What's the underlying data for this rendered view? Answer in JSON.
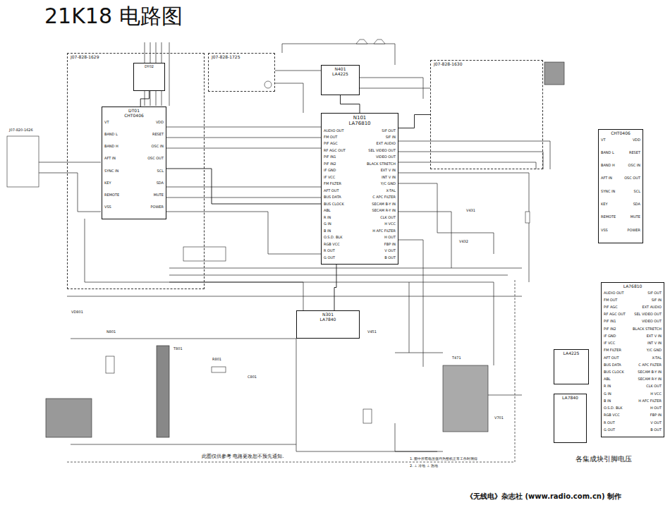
{
  "diagram": {
    "title": "21K18 电路图",
    "caption": "《无线电》杂志社 (www.radio.com.cn) 制作",
    "nodes": [
      {
        "text": [
          "J07-828-1629"
        ]
      },
      {
        "text": [
          "J07-828-1725"
        ]
      },
      {
        "text": [
          "J07-828-1630"
        ]
      },
      {
        "text": [
          "DT01",
          "CHT0406",
          "VT",
          "BAND L",
          "BAND H",
          "AFT IN",
          "SYNC IN",
          "KEY",
          "REMOTE",
          "VSS",
          "VDD",
          "RESET",
          "OSC IN",
          "OSC OUT",
          "SCL",
          "SDA",
          "MUTE",
          "POWER"
        ],
        "in": 0
      },
      {
        "text": [
          "DY02"
        ],
        "in": 0
      },
      {
        "text": [
          "N401",
          "LA4225"
        ]
      },
      {
        "text": [
          "N101",
          "LA76810",
          "AUDIO OUT",
          "FM OUT",
          "PIF AGC",
          "RF AGC OUT",
          "PIF IN1",
          "PIF IN2",
          "IF GND",
          "IF VCC",
          "FM FILTER",
          "AFT OUT",
          "BUS DATA",
          "BUS CLOCK",
          "ABL",
          "R IN",
          "G IN",
          "B IN",
          "O.S.D. BLK",
          "RGB VCC",
          "R OUT",
          "G OUT",
          "SIF OUT",
          "SIF IN",
          "EXT AUDIO",
          "SEL VIDEO OUT",
          "VIDEO OUT",
          "BLACK STRETCH",
          "EXT V IN",
          "INT V IN",
          "Y/C GND",
          "X-TAL",
          "C APC FILTER",
          "SECAM B-Y IN",
          "SECAM R-Y IN",
          "CLK OUT",
          "H VCC",
          "H AFC FILTER",
          "H OUT",
          "FBP IN",
          "V OUT",
          "B OUT"
        ]
      },
      {
        "text": [
          "N301",
          "LA7840"
        ]
      },
      {
        "text": [
          "CHT0406",
          "VT",
          "BAND L",
          "BAND H",
          "AFT IN",
          "SYNC IN",
          "KEY",
          "REMOTE",
          "VSS",
          "VDD",
          "RESET",
          "OSC IN",
          "OSC OUT",
          "SCL",
          "SDA",
          "MUTE",
          "POWER"
        ]
      },
      {
        "text": [
          "LA76810",
          "AUDIO OUT",
          "FM OUT",
          "PIF AGC",
          "RF AGC OUT",
          "PIF IN1",
          "PIF IN2",
          "IF GND",
          "IF VCC",
          "FM FILTER",
          "AFT OUT",
          "BUS DATA",
          "BUS CLOCK",
          "ABL",
          "R IN",
          "G IN",
          "B IN",
          "O.S.D. BLK",
          "RGB VCC",
          "R OUT",
          "G OUT",
          "SIF OUT",
          "SIF IN",
          "EXT AUDIO",
          "SEL VIDEO OUT",
          "VIDEO OUT",
          "BLACK STRETCH",
          "EXT V IN",
          "INT V IN",
          "Y/C GND",
          "X-TAL",
          "C APC FILTER",
          "SECAM B-Y IN",
          "SECAM R-Y IN",
          "CLK OUT",
          "H VCC",
          "H AFC FILTER",
          "H OUT",
          "FBP IN",
          "V OUT",
          "B OUT"
        ]
      },
      {
        "text": [
          "LA4225"
        ]
      },
      {
        "text": [
          "LA7840"
        ]
      }
    ],
    "edges": [
      {
        "from": 3,
        "to": 6,
        "arrow": "none"
      },
      {
        "from": 6,
        "to": 5,
        "arrow": "none"
      },
      {
        "from": 6,
        "to": 7,
        "arrow": "none"
      },
      {
        "from": 6,
        "to": 2,
        "arrow": "none"
      },
      {
        "from": 4,
        "to": 3,
        "arrow": "none"
      }
    ],
    "labels": [
      "此图仅供参考 电路更改恕不预先通知.",
      "各集成块引脚电压",
      "1. 图中所有电压值均为整机正常工作时测得",
      "2. ⊥ 冷地 ⊥ 热地",
      "J07-820-1626",
      "VD801",
      "N801",
      "T801",
      "R801",
      "C801",
      "V451",
      "T471",
      "V432",
      "V431",
      "V701"
    ]
  }
}
